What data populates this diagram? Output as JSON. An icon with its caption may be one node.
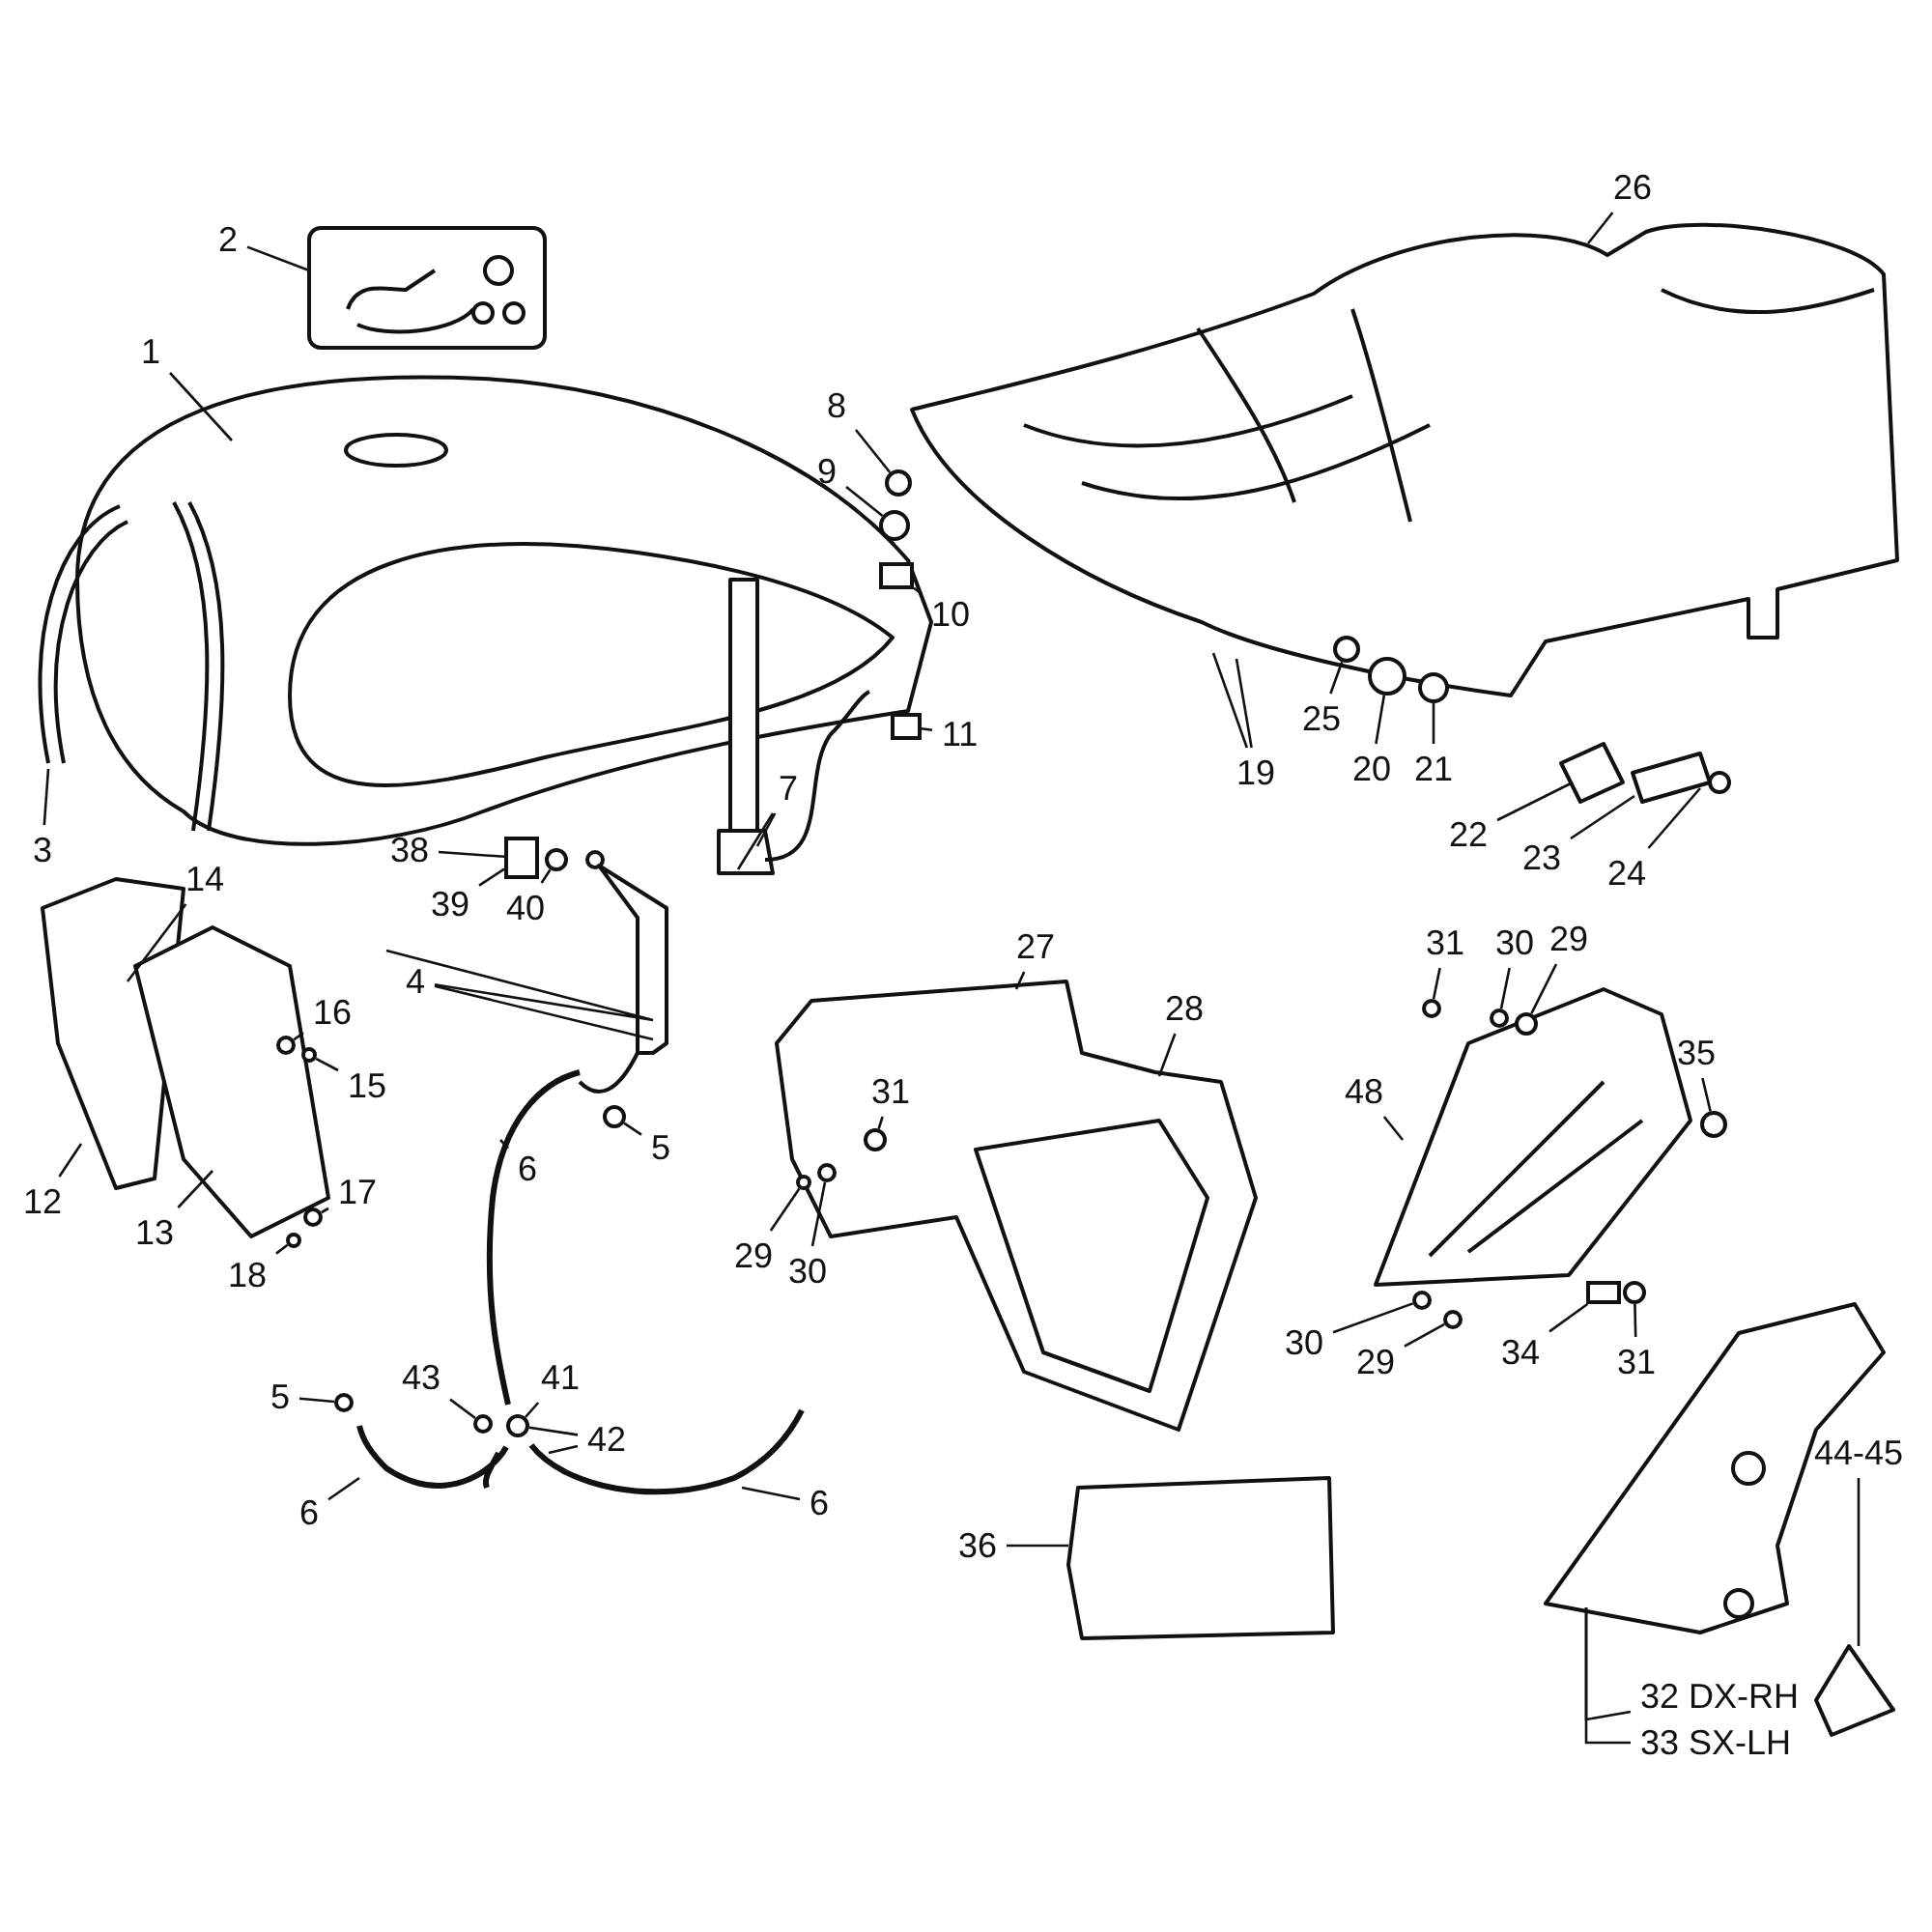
{
  "diagram": {
    "nodes": [
      {
        "text": [
          "1"
        ]
      },
      {
        "text": [
          "2"
        ]
      },
      {
        "text": [
          "3"
        ]
      },
      {
        "text": [
          "7"
        ]
      },
      {
        "text": [
          "8"
        ]
      },
      {
        "text": [
          "9"
        ]
      },
      {
        "text": [
          "10"
        ]
      },
      {
        "text": [
          "11"
        ]
      },
      {
        "text": [
          "38"
        ]
      },
      {
        "text": [
          "39"
        ]
      },
      {
        "text": [
          "40"
        ]
      },
      {
        "text": [
          "4"
        ]
      },
      {
        "text": [
          "14"
        ]
      },
      {
        "text": [
          "16"
        ]
      },
      {
        "text": [
          "15"
        ]
      },
      {
        "text": [
          "12"
        ]
      },
      {
        "text": [
          "13"
        ]
      },
      {
        "text": [
          "17"
        ]
      },
      {
        "text": [
          "18"
        ]
      },
      {
        "text": [
          "5"
        ]
      },
      {
        "text": [
          "6"
        ]
      },
      {
        "text": [
          "41"
        ]
      },
      {
        "text": [
          "42"
        ]
      },
      {
        "text": [
          "43"
        ]
      },
      {
        "text": [
          "5"
        ]
      },
      {
        "text": [
          "6"
        ]
      },
      {
        "text": [
          "6"
        ]
      },
      {
        "text": [
          "26"
        ]
      },
      {
        "text": [
          "25"
        ]
      },
      {
        "text": [
          "19"
        ]
      },
      {
        "text": [
          "20"
        ]
      },
      {
        "text": [
          "21"
        ]
      },
      {
        "text": [
          "22"
        ]
      },
      {
        "text": [
          "23"
        ]
      },
      {
        "text": [
          "24"
        ]
      },
      {
        "text": [
          "27"
        ]
      },
      {
        "text": [
          "28"
        ]
      },
      {
        "text": [
          "31"
        ]
      },
      {
        "text": [
          "29"
        ]
      },
      {
        "text": [
          "30"
        ]
      },
      {
        "text": [
          "48"
        ]
      },
      {
        "text": [
          "31"
        ]
      },
      {
        "text": [
          "30"
        ]
      },
      {
        "text": [
          "29"
        ]
      },
      {
        "text": [
          "35"
        ]
      },
      {
        "text": [
          "30"
        ]
      },
      {
        "text": [
          "29"
        ]
      },
      {
        "text": [
          "34"
        ]
      },
      {
        "text": [
          "31"
        ]
      },
      {
        "text": [
          "36"
        ]
      },
      {
        "text": [
          "44-45"
        ]
      },
      {
        "text": [
          "32 DX-RH"
        ]
      },
      {
        "text": [
          "33 SX-LH"
        ]
      },
      {
        "text": [],
        "shape": "circle"
      },
      {
        "text": [],
        "shape": "circle"
      },
      {
        "text": [],
        "shape": "box"
      },
      {
        "text": [],
        "shape": "box"
      },
      {
        "text": [],
        "shape": "circle"
      },
      {
        "text": [],
        "shape": "circle"
      },
      {
        "text": [],
        "shape": "circle"
      },
      {
        "text": [],
        "shape": "circle"
      },
      {
        "text": [],
        "shape": "circle"
      },
      {
        "text": [],
        "shape": "circle"
      },
      {
        "text": [],
        "shape": "circle"
      },
      {
        "text": [],
        "shape": "circle"
      },
      {
        "text": [],
        "shape": "circle"
      },
      {
        "text": [],
        "shape": "circle"
      },
      {
        "text": [],
        "shape": "circle"
      },
      {
        "text": [],
        "shape": "circle"
      },
      {
        "text": [],
        "shape": "circle"
      },
      {
        "text": [],
        "shape": "circle"
      },
      {
        "text": [],
        "shape": "circle"
      },
      {
        "text": [],
        "shape": "circle"
      },
      {
        "text": [],
        "shape": "circle"
      },
      {
        "text": [],
        "shape": "circle"
      },
      {
        "text": [],
        "shape": "circle"
      },
      {
        "text": [],
        "shape": "circle"
      },
      {
        "text": [],
        "shape": "circle"
      },
      {
        "text": [],
        "shape": "box"
      },
      {
        "text": [],
        "shape": "circle"
      },
      {
        "text": [],
        "shape": "box"
      }
    ],
    "edges": [
      {
        "from": 0,
        "to": null,
        "arrow": "none"
      },
      {
        "from": 1,
        "to": null,
        "arrow": "none"
      },
      {
        "from": 2,
        "to": null,
        "arrow": "none"
      },
      {
        "from": 3,
        "to": null,
        "arrow": "none"
      },
      {
        "from": 3,
        "to": null,
        "arrow": "none"
      },
      {
        "from": 4,
        "to": 53,
        "arrow": "none"
      },
      {
        "from": 5,
        "to": 54,
        "arrow": "none"
      },
      {
        "from": 6,
        "to": 55,
        "arrow": "none"
      },
      {
        "from": 7,
        "to": 56,
        "arrow": "none"
      },
      {
        "from": 8,
        "to": 80,
        "arrow": "none"
      },
      {
        "from": 9,
        "to": 80,
        "arrow": "none"
      },
      {
        "from": 10,
        "to": 57,
        "arrow": "none"
      },
      {
        "from": 11,
        "to": null,
        "arrow": "none"
      },
      {
        "from": 11,
        "to": null,
        "arrow": "none"
      },
      {
        "from": 12,
        "to": null,
        "arrow": "none"
      },
      {
        "from": 13,
        "to": 58,
        "arrow": "none"
      },
      {
        "from": 14,
        "to": 59,
        "arrow": "none"
      },
      {
        "from": 15,
        "to": null,
        "arrow": "none"
      },
      {
        "from": 16,
        "to": null,
        "arrow": "none"
      },
      {
        "from": 17,
        "to": 60,
        "arrow": "none"
      },
      {
        "from": 18,
        "to": 61,
        "arrow": "none"
      },
      {
        "from": 19,
        "to": 62,
        "arrow": "none"
      },
      {
        "from": 20,
        "to": null,
        "arrow": "none"
      },
      {
        "from": 21,
        "to": 63,
        "arrow": "none"
      },
      {
        "from": 22,
        "to": 63,
        "arrow": "none"
      },
      {
        "from": 22,
        "to": null,
        "arrow": "none"
      },
      {
        "from": 23,
        "to": 64,
        "arrow": "none"
      },
      {
        "from": 24,
        "to": 65,
        "arrow": "none"
      },
      {
        "from": 25,
        "to": null,
        "arrow": "none"
      },
      {
        "from": 26,
        "to": null,
        "arrow": "none"
      },
      {
        "from": 27,
        "to": null,
        "arrow": "none"
      },
      {
        "from": 28,
        "to": 66,
        "arrow": "none"
      },
      {
        "from": 29,
        "to": null,
        "arrow": "none"
      },
      {
        "from": 29,
        "to": null,
        "arrow": "none"
      },
      {
        "from": 30,
        "to": 67,
        "arrow": "none"
      },
      {
        "from": 31,
        "to": 68,
        "arrow": "none"
      },
      {
        "from": 32,
        "to": null,
        "arrow": "none"
      },
      {
        "from": 33,
        "to": null,
        "arrow": "none"
      },
      {
        "from": 34,
        "to": null,
        "arrow": "none"
      },
      {
        "from": 35,
        "to": null,
        "arrow": "none"
      },
      {
        "from": 36,
        "to": null,
        "arrow": "none"
      },
      {
        "from": 37,
        "to": 69,
        "arrow": "none"
      },
      {
        "from": 38,
        "to": 70,
        "arrow": "none"
      },
      {
        "from": 39,
        "to": 71,
        "arrow": "none"
      },
      {
        "from": 40,
        "to": null,
        "arrow": "none"
      },
      {
        "from": 41,
        "to": 72,
        "arrow": "none"
      },
      {
        "from": 42,
        "to": 73,
        "arrow": "none"
      },
      {
        "from": 43,
        "to": 74,
        "arrow": "none"
      },
      {
        "from": 44,
        "to": 75,
        "arrow": "none"
      },
      {
        "from": 45,
        "to": 76,
        "arrow": "none"
      },
      {
        "from": 46,
        "to": 77,
        "arrow": "none"
      },
      {
        "from": 47,
        "to": 78,
        "arrow": "none"
      },
      {
        "from": 48,
        "to": 79,
        "arrow": "none"
      },
      {
        "from": 49,
        "to": null,
        "arrow": "none"
      },
      {
        "from": 50,
        "to": null,
        "arrow": "none"
      },
      {
        "from": 51,
        "to": null,
        "arrow": "none"
      },
      {
        "from": 52,
        "to": null,
        "arrow": "none"
      }
    ]
  }
}
